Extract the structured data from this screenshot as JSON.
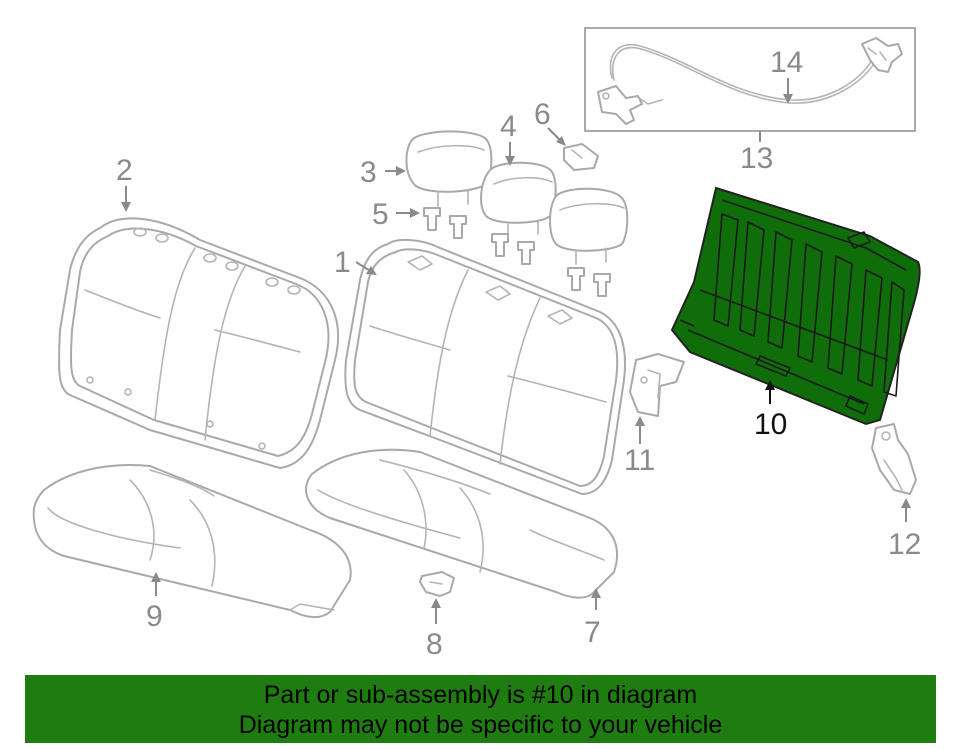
{
  "callouts": {
    "c1": "1",
    "c2": "2",
    "c3": "3",
    "c4": "4",
    "c5": "5",
    "c6": "6",
    "c7": "7",
    "c8": "8",
    "c9": "9",
    "c10": "10",
    "c11": "11",
    "c12": "12",
    "c13": "13",
    "c14": "14"
  },
  "highlighted_part": "10",
  "colors": {
    "highlight_fill": "#0f6e0a",
    "banner_bg": "#1e7c10",
    "line_gray": "#a9a9a9",
    "label_gray": "#8a8a8a"
  },
  "banner": {
    "line1": "Part or sub-assembly is #10 in diagram",
    "line2": "Diagram may not be specific to your vehicle"
  }
}
